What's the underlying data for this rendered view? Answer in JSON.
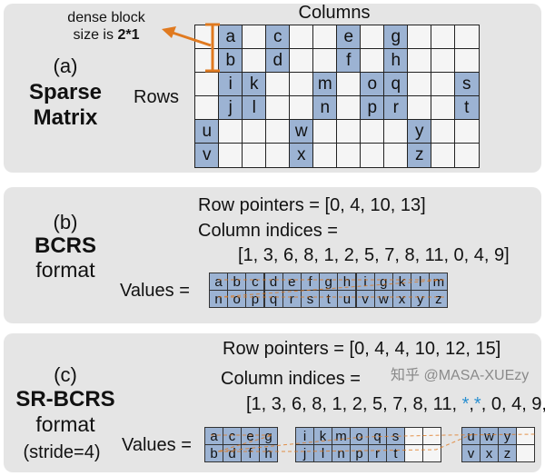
{
  "colors": {
    "panel": "#e5e5e5",
    "filled": "#9cb3d3",
    "empty": "#f5f5f5",
    "accent": "#e07a20",
    "star": "#2a8fd0"
  },
  "panel_a": {
    "label": "(a)",
    "title_line1": "Sparse",
    "title_line2": "Matrix",
    "columns_label": "Columns",
    "rows_label": "Rows",
    "annotation_line1": "dense block",
    "annotation_line2_prefix": "size is ",
    "annotation_line2_bold": "2*1",
    "matrix": [
      [
        "",
        "a",
        "",
        "c",
        "",
        "",
        "e",
        "",
        "g",
        "",
        "",
        ""
      ],
      [
        "",
        "b",
        "",
        "d",
        "",
        "",
        "f",
        "",
        "h",
        "",
        "",
        ""
      ],
      [
        "",
        "i",
        "k",
        "",
        "",
        "m",
        "",
        "o",
        "q",
        "",
        "",
        "s"
      ],
      [
        "",
        "j",
        "l",
        "",
        "",
        "n",
        "",
        "p",
        "r",
        "",
        "",
        "t"
      ],
      [
        "u",
        "",
        "",
        "",
        "w",
        "",
        "",
        "",
        "",
        "y",
        "",
        ""
      ],
      [
        "v",
        "",
        "",
        "",
        "x",
        "",
        "",
        "",
        "",
        "z",
        "",
        ""
      ]
    ]
  },
  "panel_b": {
    "label": "(b)",
    "title_line1": "BCRS",
    "title_line2": "format",
    "row_pointers": "Row pointers = [0, 4, 10, 13]",
    "column_indices_label": "Column indices =",
    "column_indices": "[1, 3, 6, 8, 1, 2, 5, 7, 8, 11, 0, 4, 9]",
    "values_label": "Values =",
    "values_top": [
      "a",
      "b",
      "c",
      "d",
      "e",
      "f",
      "g",
      "h",
      "i",
      "g",
      "k",
      "l",
      "m"
    ],
    "values_bottom": [
      "n",
      "o",
      "p",
      "q",
      "r",
      "s",
      "t",
      "u",
      "v",
      "w",
      "x",
      "y",
      "z"
    ]
  },
  "panel_c": {
    "label": "(c)",
    "title_line1": "SR-BCRS",
    "title_line2": "format",
    "stride": "(stride=4)",
    "row_pointers": "Row pointers = [0, 4, 4, 10, 12, 15]",
    "column_indices_label": "Column indices =",
    "column_indices_open": "[1, 3, 6, 8, 1, 2, 5, 7, 8, 11, ",
    "star": "*",
    "column_indices_mid": ", 0, 4, 9, ",
    "column_indices_close": "]",
    "values_label": "Values =",
    "blocks": [
      {
        "top": [
          "a",
          "c",
          "e",
          "g"
        ],
        "bottom": [
          "b",
          "d",
          "f",
          "h"
        ]
      },
      {
        "top": [
          "i",
          "k",
          "m",
          "o"
        ],
        "bottom": [
          "j",
          "l",
          "n",
          "p"
        ]
      },
      {
        "top": [
          "q",
          "s",
          "",
          ""
        ],
        "bottom": [
          "r",
          "t",
          "",
          ""
        ]
      },
      {
        "top": [
          "u",
          "w",
          "y",
          ""
        ],
        "bottom": [
          "v",
          "x",
          "z",
          ""
        ]
      }
    ]
  },
  "watermark": "知乎 @MASA-XUEzy"
}
